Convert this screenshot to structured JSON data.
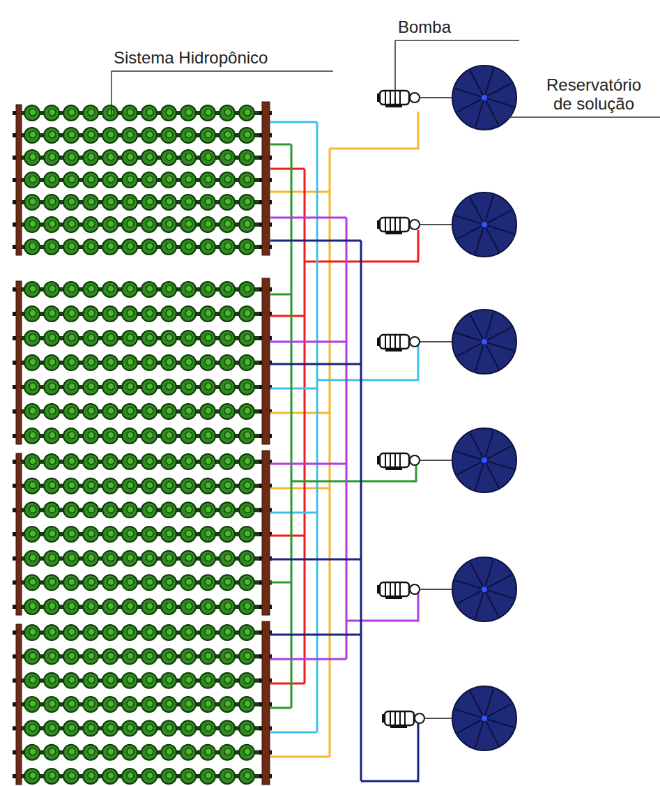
{
  "diagram": {
    "labels": [
      "Sistema Hidropônico",
      "Bomba",
      "Reservatório de solução"
    ]
  }
}
